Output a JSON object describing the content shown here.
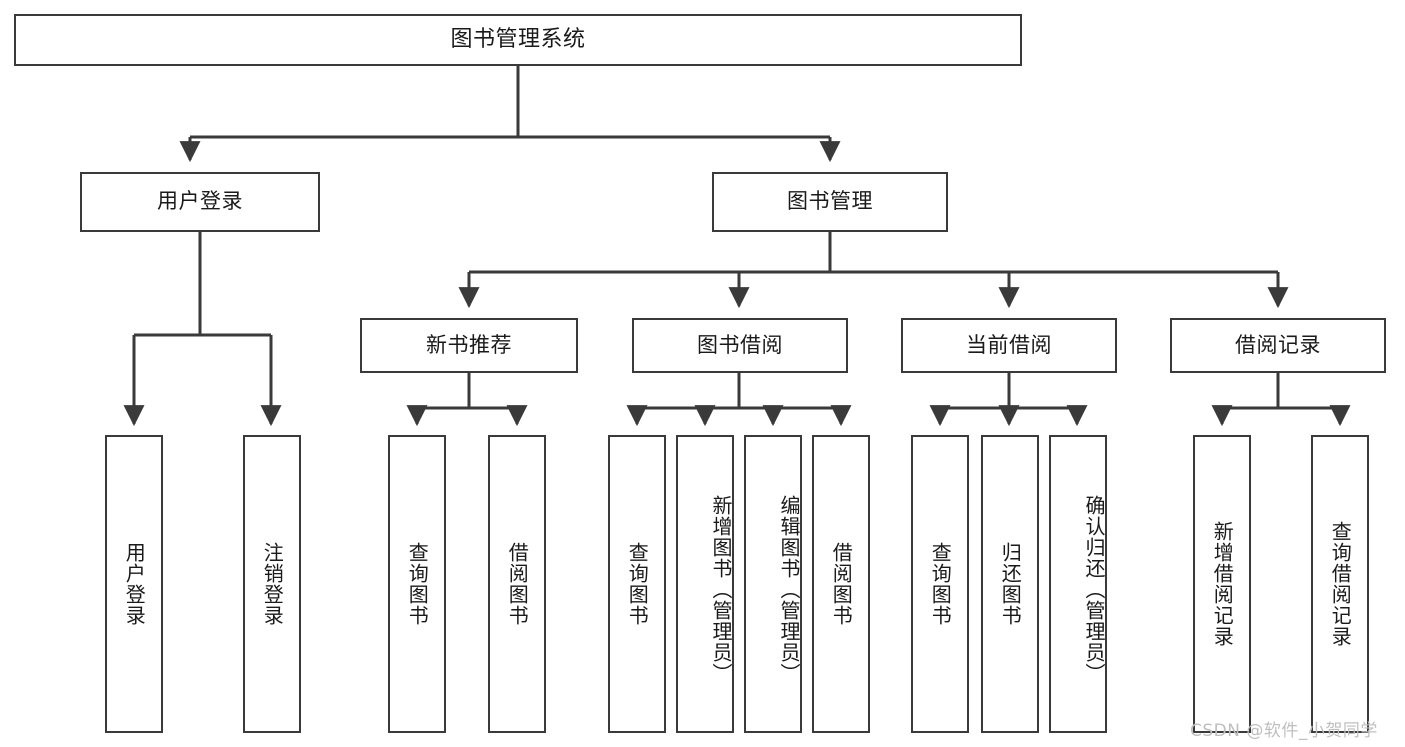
{
  "diagram": {
    "title": "图书管理系统",
    "type": "hierarchy-tree",
    "edge_color": "#3a3a3a",
    "box_border_color": "#3a3a3a",
    "box_fill_color": "#ffffff",
    "background_color": "#ffffff"
  },
  "nodes": {
    "root": {
      "label": "图书管理系统"
    },
    "level2": [
      {
        "label": "用户登录"
      },
      {
        "label": "图书管理"
      }
    ],
    "level3": [
      {
        "label": "新书推荐"
      },
      {
        "label": "图书借阅"
      },
      {
        "label": "当前借阅"
      },
      {
        "label": "借阅记录"
      }
    ],
    "leaves": {
      "user_login": [
        {
          "label": "用户登录"
        },
        {
          "label": "注销登录"
        }
      ],
      "new_book_recommend": [
        {
          "label": "查询图书"
        },
        {
          "label": "借阅图书"
        }
      ],
      "book_borrow": [
        {
          "label": "查询图书"
        },
        {
          "label": "新增图书（管理员）"
        },
        {
          "label": "编辑图书（管理员）"
        },
        {
          "label": "借阅图书"
        }
      ],
      "current_borrow": [
        {
          "label": "查询图书"
        },
        {
          "label": "归还图书"
        },
        {
          "label": "确认归还（管理员）"
        }
      ],
      "borrow_record": [
        {
          "label": "新增借阅记录"
        },
        {
          "label": "查询借阅记录"
        }
      ]
    }
  },
  "watermark": {
    "text": "CSDN @软件_小贺同学"
  }
}
